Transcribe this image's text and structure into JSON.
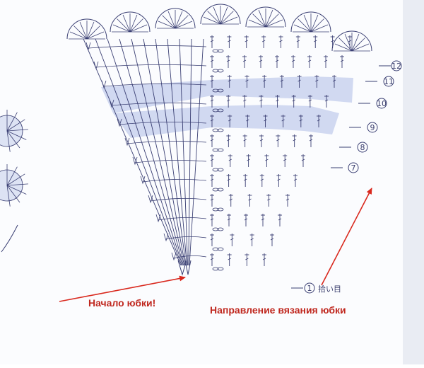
{
  "annotations": {
    "skirt_start": "Начало юбки!",
    "knit_direction": "Направление вязания юбки"
  },
  "row_labels": [
    "12",
    "11",
    "10",
    "9",
    "8",
    "7",
    "1"
  ],
  "first_row_note": "拾い目",
  "colors": {
    "paper": "#f7f9fd",
    "ink": "#3a3f73",
    "band": "#c9d2ef",
    "arrow_red": "#d9281d",
    "annotation_red": "#c0281f"
  }
}
